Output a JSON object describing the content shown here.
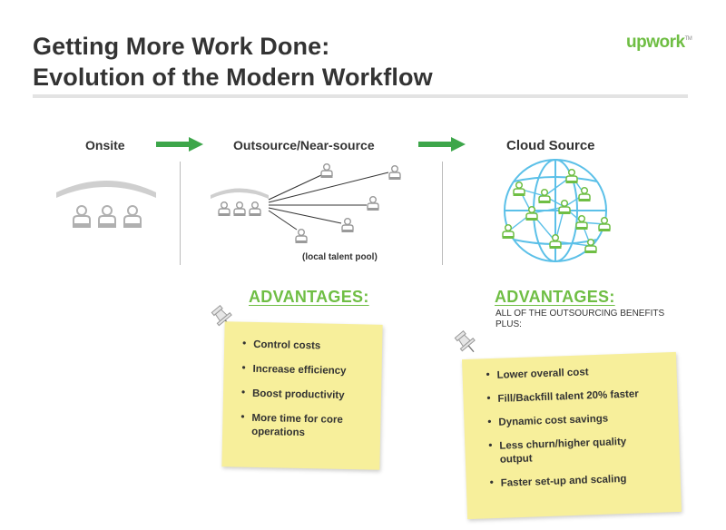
{
  "header": {
    "title_line1": "Getting More Work Done:",
    "title_line2": "Evolution of the Modern Workflow",
    "logo": "upwork",
    "logo_tm": "TM"
  },
  "stages": {
    "onsite": "Onsite",
    "outsource": "Outsource/Near-source",
    "cloud": "Cloud Source",
    "pool_caption": "(local talent pool)"
  },
  "advantages": {
    "heading": "ADVANTAGES:",
    "outsource_items": [
      "Control costs",
      "Increase efficiency",
      "Boost productivity",
      "More time for core operations"
    ],
    "cloud_heading": "ADVANTAGES:",
    "cloud_subheading": "ALL OF THE OUTSOURCING BENEFITS PLUS:",
    "cloud_items": [
      "Lower overall cost",
      "Fill/Backfill talent 20% faster",
      "Dynamic cost savings",
      "Less churn/higher quality output",
      "Faster set-up and scaling"
    ]
  },
  "colors": {
    "accent_green": "#6fbe44",
    "globe_blue": "#5bc0e8",
    "note_yellow": "#f7ef9b",
    "icon_gray": "#b0b0b0"
  }
}
